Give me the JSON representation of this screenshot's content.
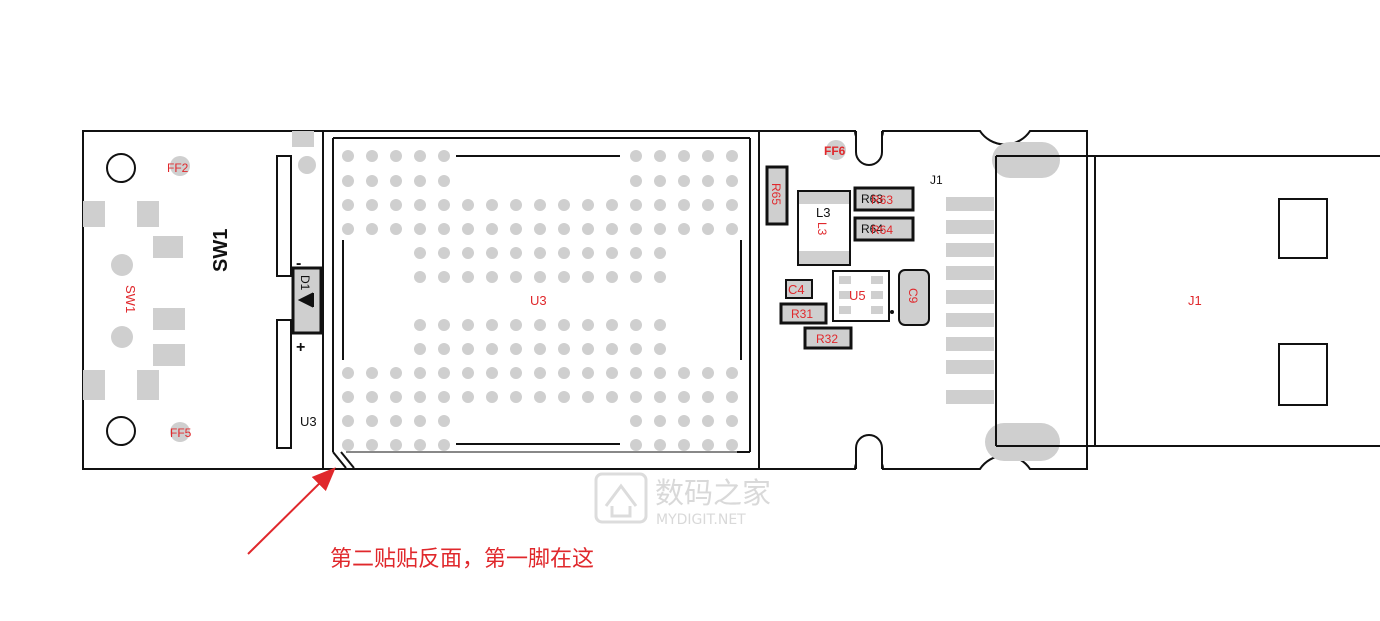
{
  "labels": {
    "ff2": "FF2",
    "ff5": "FF5",
    "ff6": "FF6",
    "sw1_black": "SW1",
    "sw1_red": "SW1",
    "d1": "D1",
    "u3_black": "U3",
    "u3_red": "U3",
    "r65": "R65",
    "l3_black": "L3",
    "l3_red": "L3",
    "r63_black": "R63",
    "r63_red": "R63",
    "r64_black": "R64",
    "r64_red": "R64",
    "c4": "C4",
    "r31": "R31",
    "r32": "R32",
    "u5": "U5",
    "c9": "C9",
    "j1_black": "J1",
    "j1_red": "J1",
    "minus": "-",
    "plus": "+"
  },
  "annotation": {
    "text": "第二贴贴反面，第一脚在这",
    "color": "#e0282c"
  },
  "watermark": {
    "title": "数码之家",
    "subtitle": "MYDIGIT.NET"
  },
  "colors": {
    "outline": "#111111",
    "pad": "#cfcfcf",
    "label_red": "#e0282c"
  }
}
